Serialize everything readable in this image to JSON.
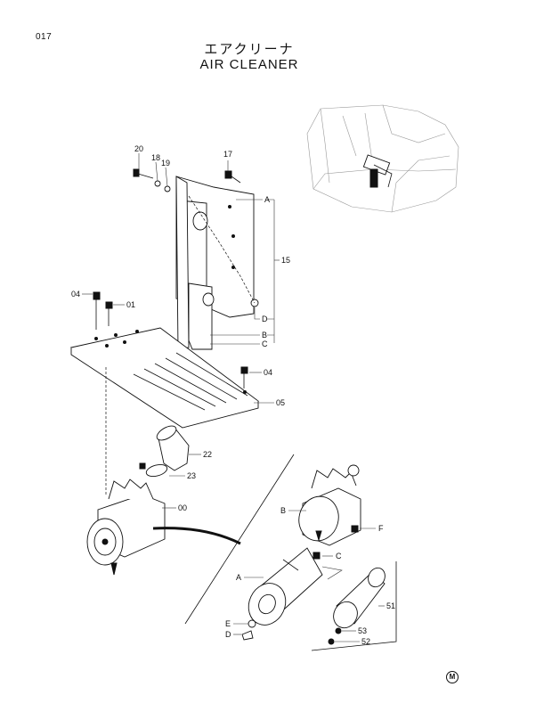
{
  "header": {
    "page_number": "017",
    "title_jp": "エアクリーナ",
    "title_en": "AIR  CLEANER"
  },
  "callouts": {
    "c20": "20",
    "c18": "18",
    "c19": "19",
    "c17": "17",
    "cA": "A",
    "c15": "15",
    "cD": "D",
    "cB": "B",
    "cC": "C",
    "c04a": "04",
    "c01": "01",
    "c04b": "04",
    "c05": "05",
    "c22": "22",
    "c23": "23",
    "c00": "00",
    "dB": "B",
    "dF": "F",
    "dC": "C",
    "dA": "A",
    "dE": "E",
    "dD": "D",
    "c51": "51",
    "c53": "53",
    "c52": "52"
  },
  "logo": "M"
}
